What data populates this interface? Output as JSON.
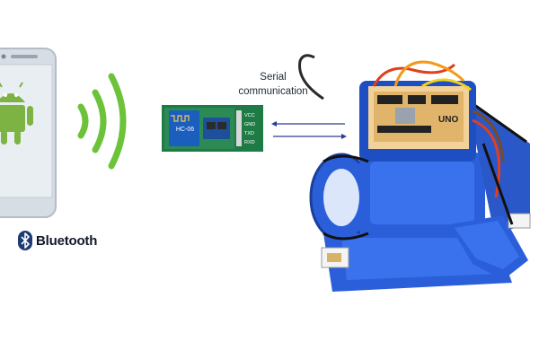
{
  "phone": {
    "os_icon": "android-icon"
  },
  "wireless": {
    "icon": "signal-waves-icon",
    "color": "#6cc33a"
  },
  "bluetooth": {
    "label": "Bluetooth",
    "icon": "bluetooth-icon"
  },
  "module": {
    "name": "HC-06",
    "pins": [
      "VCC",
      "GND",
      "TXD",
      "RXD"
    ]
  },
  "link": {
    "label_line1": "Serial",
    "label_line2": "communication"
  },
  "robot": {
    "board_label": "UNO",
    "color": "#2b5fd9"
  }
}
